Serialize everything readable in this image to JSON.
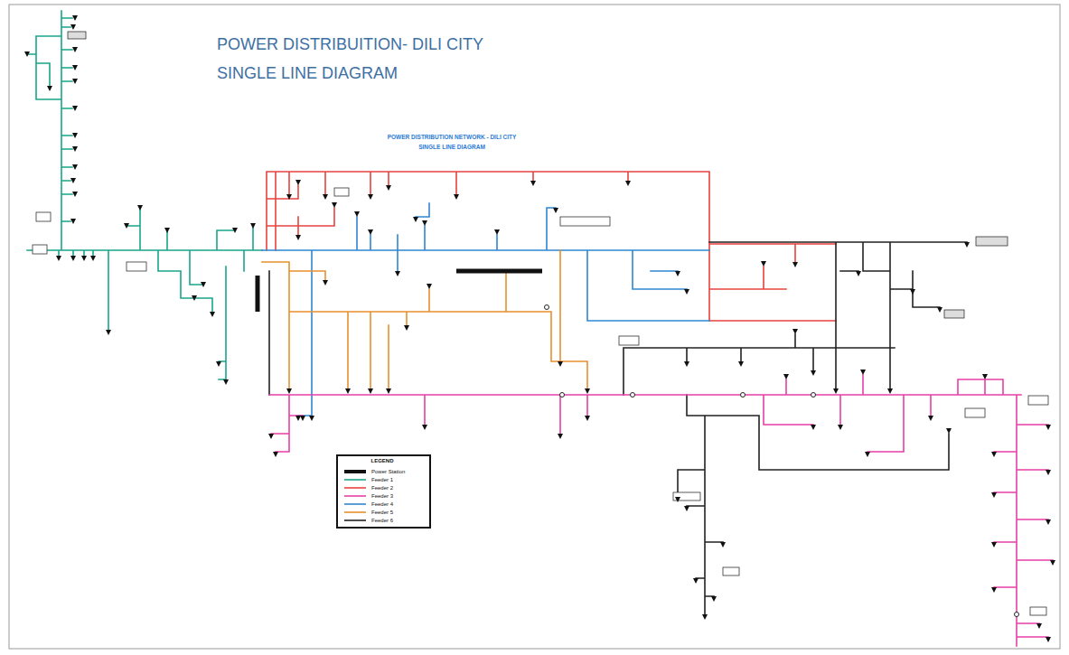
{
  "diagram": {
    "title": "POWER DISTRIBUITION- DILI CITY SINGLE LINE DIAGRAM",
    "labels": [
      "POWER DISTRIBUTION NETWORK - DILI CITY",
      "SINGLE LINE DIAGRAM",
      "LEGEND"
    ],
    "legend": [
      {
        "text": "Power Station"
      },
      {
        "text": "Feeder 1"
      },
      {
        "text": "Feeder 2"
      },
      {
        "text": "Feeder 3"
      },
      {
        "text": "Feeder 4"
      },
      {
        "text": "Feeder 5"
      },
      {
        "text": "Feeder 6"
      }
    ]
  }
}
